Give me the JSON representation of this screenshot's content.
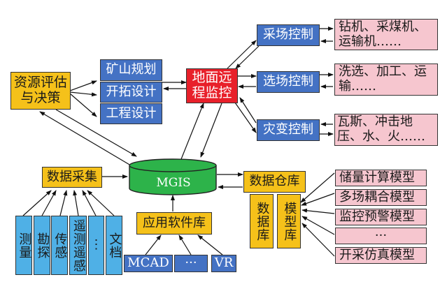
{
  "diagram": {
    "center": "MGIS",
    "resource_eval": "资源评估与决策",
    "planning": [
      "矿山规划",
      "开拓设计",
      "工程设计"
    ],
    "remote_monitor": "地面远程监控",
    "controls": [
      "采场控制",
      "选场控制",
      "灾变控制"
    ],
    "control_targets": [
      "钻机、采煤机、运输机……",
      "洗选、加工、运输……",
      "瓦斯、冲击地压、水、火……"
    ],
    "data_collection": "数据采集",
    "sources": [
      "测量",
      "勘探",
      "传感",
      "遥测遥感",
      "⋮",
      "文档"
    ],
    "app_library": "应用软件库",
    "apps": [
      "MCAD",
      "···",
      "VR"
    ],
    "data_warehouse": "数据仓库",
    "database": "数据库",
    "model_library": "模型库",
    "models": [
      "储量计算模型",
      "多场耦合模型",
      "监控预警模型",
      "···",
      "开采仿真模型"
    ]
  },
  "colors": {
    "yellow": "#f5c11a",
    "blue": "#4472c4",
    "red": "#e8202a",
    "pink": "#f6c6cf",
    "light_blue": "#4fb0e6",
    "green": "#2db34a"
  }
}
